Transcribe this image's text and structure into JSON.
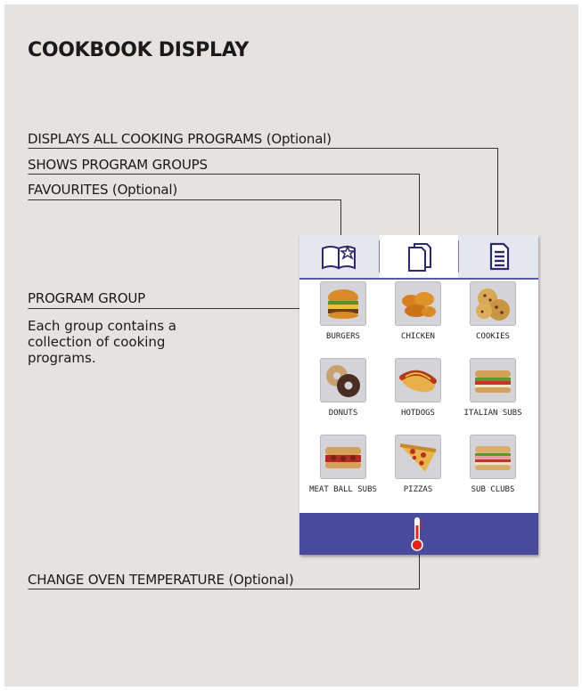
{
  "title": "COOKBOOK DISPLAY",
  "callouts": {
    "all_programs": "DISPLAYS ALL COOKING PROGRAMS (Optional)",
    "program_groups": "SHOWS PROGRAM GROUPS",
    "favourites": "FAVOURITES (Optional)",
    "program_group": "PROGRAM GROUP",
    "program_group_desc": "Each group contains a collection of cooking programs.",
    "oven_temperature": "CHANGE OVEN TEMPERATURE (Optional)"
  },
  "device": {
    "tabs": [
      {
        "icon": "book-star-icon",
        "active": false
      },
      {
        "icon": "documents-icon",
        "active": true
      },
      {
        "icon": "document-list-icon",
        "active": false
      }
    ],
    "groups": [
      {
        "label": "BURGERS",
        "icon": "burger-icon"
      },
      {
        "label": "CHICKEN",
        "icon": "chicken-icon"
      },
      {
        "label": "COOKIES",
        "icon": "cookies-icon"
      },
      {
        "label": "DONUTS",
        "icon": "donuts-icon"
      },
      {
        "label": "HOTDOGS",
        "icon": "hotdog-icon"
      },
      {
        "label": "ITALIAN SUBS",
        "icon": "italian-sub-icon"
      },
      {
        "label": "MEAT BALL SUBS",
        "icon": "meatball-sub-icon"
      },
      {
        "label": "PIZZAS",
        "icon": "pizza-icon"
      },
      {
        "label": "SUB CLUBS",
        "icon": "sub-club-icon"
      }
    ],
    "bottom_icon": "thermometer-icon"
  },
  "colors": {
    "background": "#e6e2e0",
    "accent": "#4a4a9c",
    "tabbar": "#e6e6ee"
  }
}
